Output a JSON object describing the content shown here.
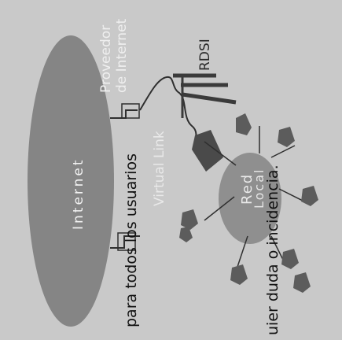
{
  "diagram": {
    "internet_label": "Internet",
    "provider_label_line1": "Proveedor",
    "provider_label_line2": "de Internet",
    "rdsi_label": "RDSI",
    "virtual_link_label": "Virtual Link",
    "lan_label_line1": "Red",
    "lan_label_line2": "Local"
  },
  "captions": {
    "line1": "para todos los usuarios",
    "line2": "uier duda o incidencia."
  },
  "colors": {
    "background": "#c9c9c9",
    "internet_cloud": "#858585",
    "lan_cloud": "#8f8f8f",
    "lines": "#2f2f2f",
    "router": "#4a4a4a"
  }
}
